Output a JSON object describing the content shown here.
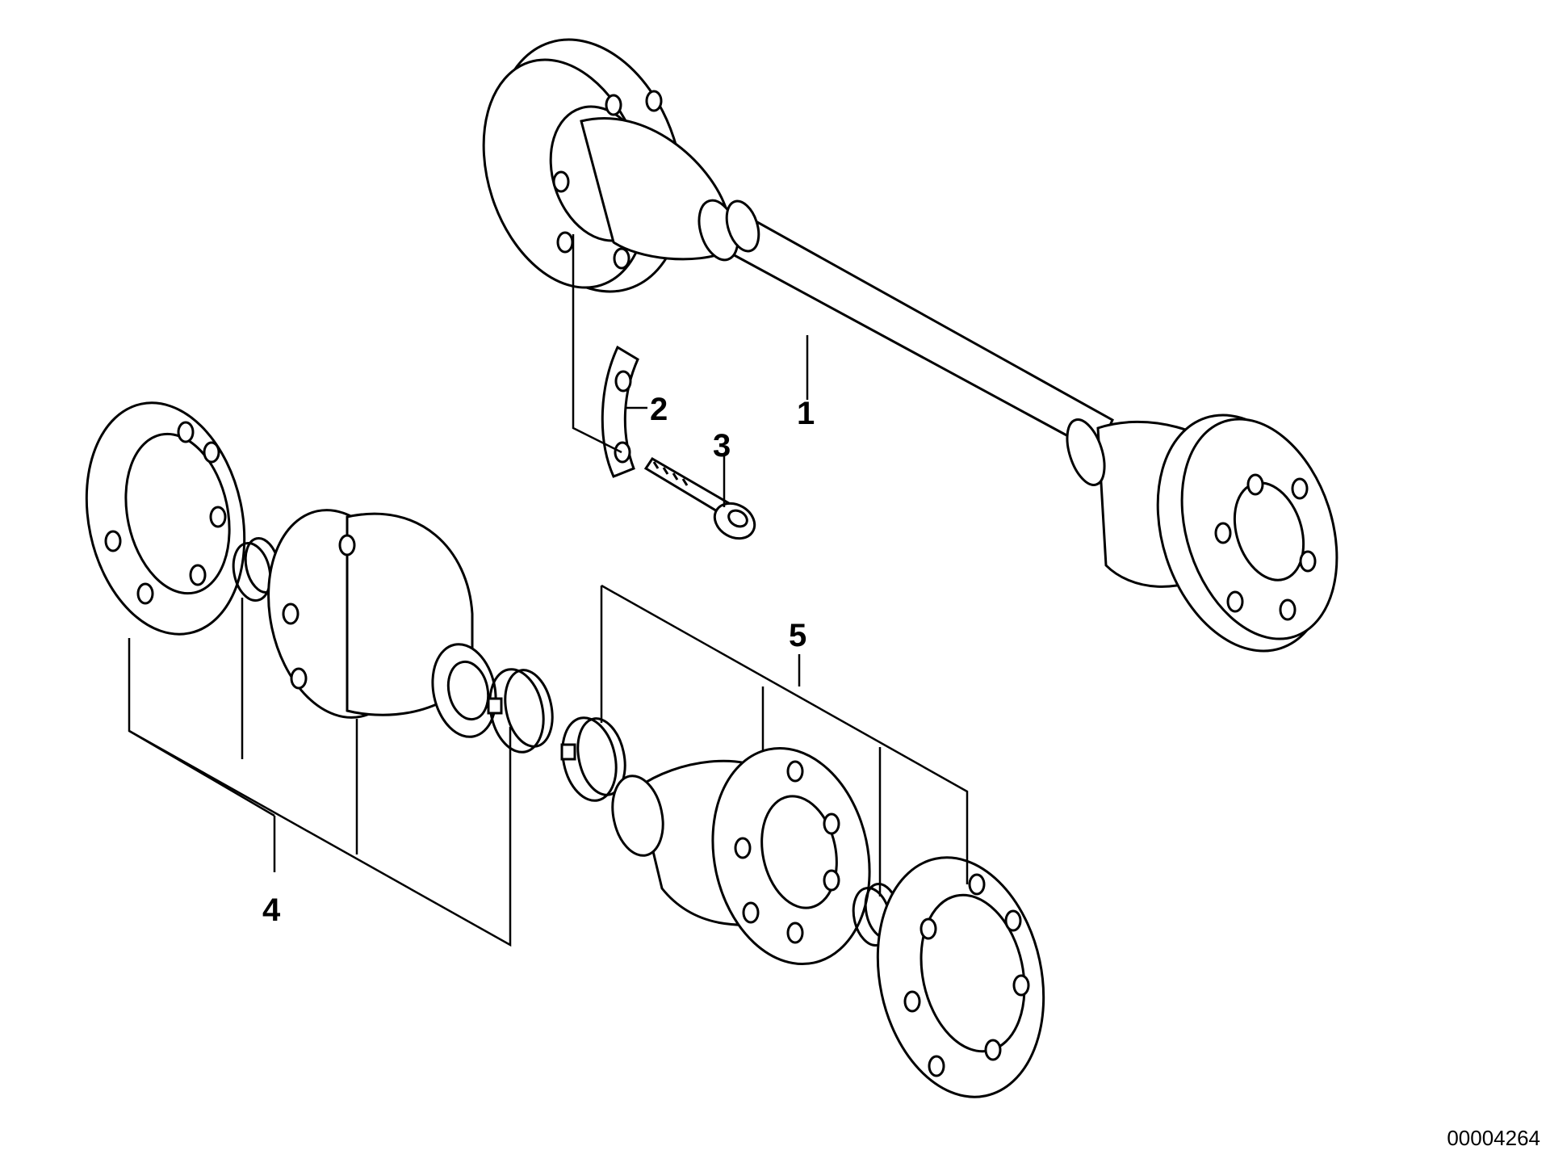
{
  "callouts": {
    "c1": "1",
    "c2": "2",
    "c3": "3",
    "c4": "4",
    "c5": "5"
  },
  "reference_number": "00004264"
}
